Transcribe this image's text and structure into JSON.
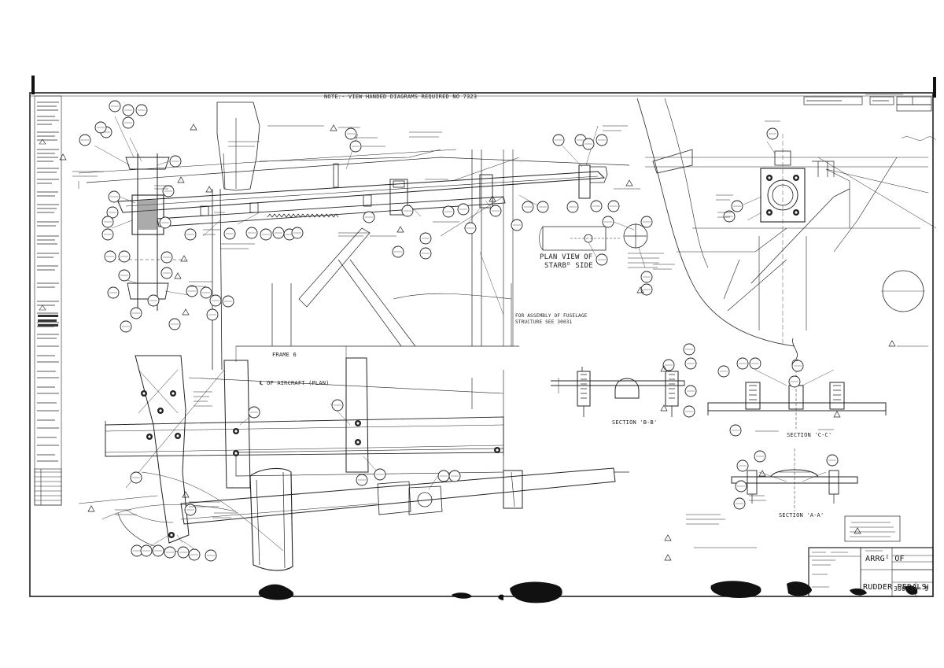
{
  "title_block": {
    "title_line_1": "ARRGᴵ OF",
    "title_line_2": "RUDDER PEDALS",
    "drawing_number": "30033",
    "sheet": "SHᵀ 3",
    "revision": "H"
  },
  "notes": {
    "top_note": "NOTE:- VIEW HANDED DIAGRAMS REQUIRED NO 7323",
    "plan_view_line_1": "PLAN VIEW OF",
    "plan_view_line_2": "STARBᴰ SIDE",
    "frame_label": "FRAME 6",
    "section_bb": "SECTION 'B-B'",
    "section_cc": "SECTION 'C-C'",
    "section_aa": "SECTION 'A-A'",
    "centre_line": "℄ OF AIRCRAFT (PLAN)",
    "fuselage_note_1": "FOR ASSEMBLY OF FUSELAGE",
    "fuselage_note_2": "STRUCTURE SEE 30031"
  },
  "colors": {
    "ink": "#222222",
    "paper": "#ffffff",
    "smudge": "#111111"
  }
}
